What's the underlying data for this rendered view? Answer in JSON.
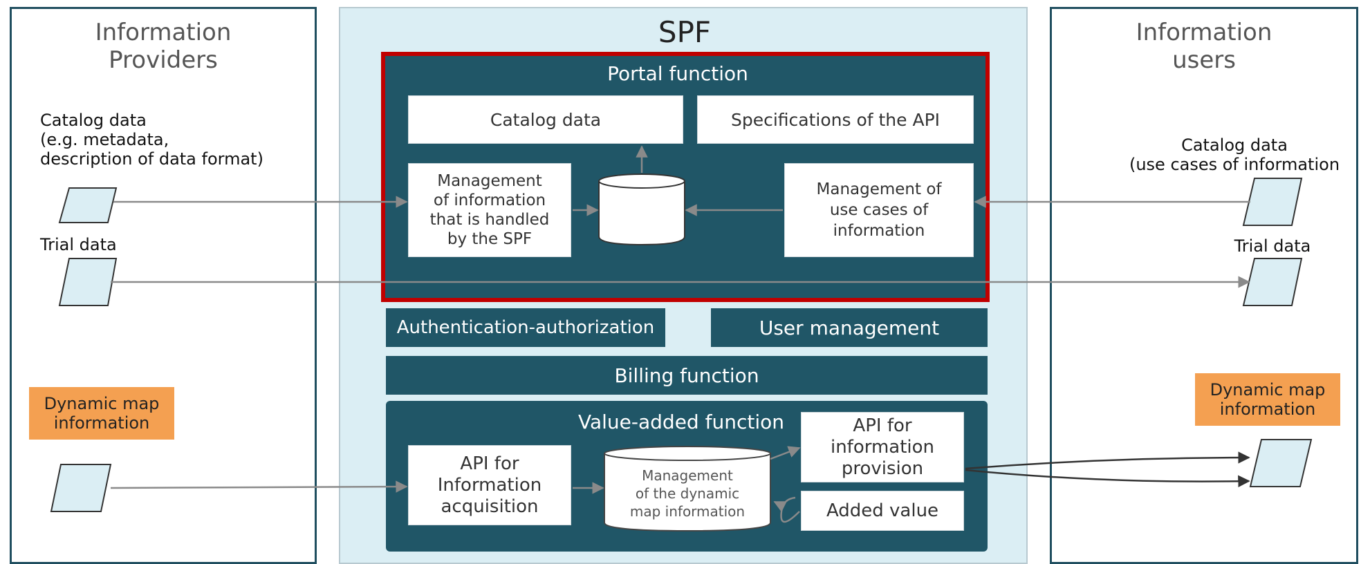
{
  "providers": {
    "title": "Information\nProviders",
    "catalog_label": "Catalog data\n(e.g. metadata,\ndescription of data format)",
    "trial_label": "Trial data",
    "dynamic_label": "Dynamic map\ninformation"
  },
  "users": {
    "title": "Information\nusers",
    "catalog_label": "Catalog data\n(use cases of information",
    "trial_label": "Trial data",
    "dynamic_label": "Dynamic map\ninformation"
  },
  "spf": {
    "title": "SPF",
    "portal": {
      "title": "Portal function",
      "catalog_data": "Catalog data",
      "api_specs": "Specifications of the API",
      "management_info": "Management\nof information\nthat is handled\nby the SPF",
      "management_use_cases": "Management of\nuse cases of\ninformation"
    },
    "auth": "Authentication-authorization",
    "user_mgmt": "User management",
    "billing": "Billing function",
    "value_added": {
      "title": "Value-added function",
      "api_acquisition": "API for\nInformation\nacquisition",
      "management_dynamic": "Management\nof the dynamic\nmap information",
      "api_provision": "API for\ninformation\nprovision",
      "added_value": "Added value"
    }
  },
  "colors": {
    "dark_teal": "#205667",
    "spf_background": "#dbeef4",
    "highlight_border": "#c00000",
    "dynamic_tag": "#f4a051",
    "data_shape": "#dbeef4"
  }
}
